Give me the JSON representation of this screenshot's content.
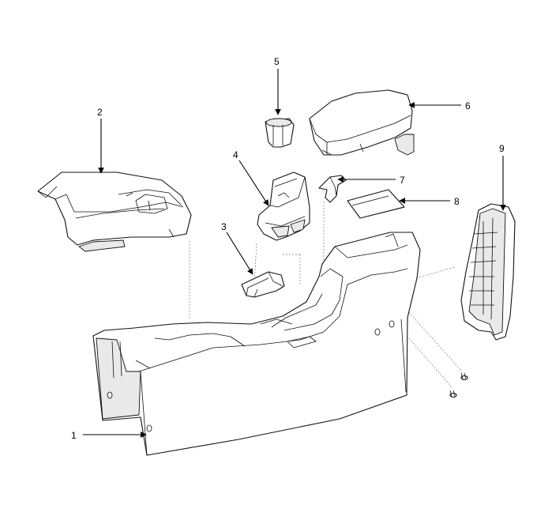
{
  "diagram": {
    "callouts": [
      {
        "id": "1",
        "label": "1"
      },
      {
        "id": "2",
        "label": "2"
      },
      {
        "id": "3",
        "label": "3"
      },
      {
        "id": "4",
        "label": "4"
      },
      {
        "id": "5",
        "label": "5"
      },
      {
        "id": "6",
        "label": "6"
      },
      {
        "id": "7",
        "label": "7"
      },
      {
        "id": "8",
        "label": "8"
      },
      {
        "id": "9",
        "label": "9"
      }
    ],
    "colors": {
      "line": "#111111",
      "shade": "#e9e9e9",
      "guide": "#777777"
    }
  }
}
